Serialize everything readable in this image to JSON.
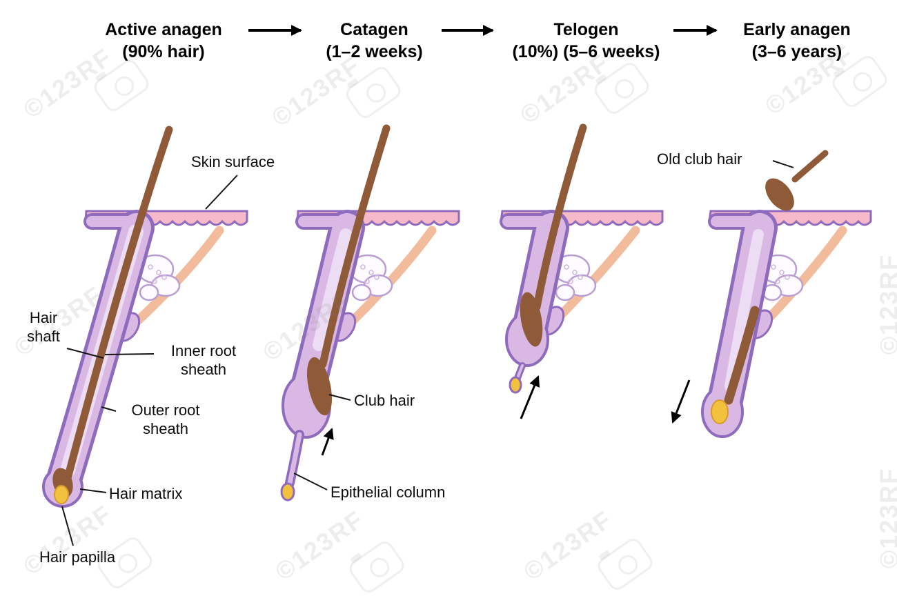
{
  "header": {
    "stages": [
      {
        "title": "Active anagen",
        "subtitle": "(90% hair)"
      },
      {
        "title": "Catagen",
        "subtitle": "(1–2 weeks)"
      },
      {
        "title": "Telogen",
        "subtitle": "(10%) (5–6 weeks)"
      },
      {
        "title": "Early anagen",
        "subtitle": "(3–6 years)"
      }
    ]
  },
  "labels": {
    "skin_surface": "Skin surface",
    "hair_shaft": "Hair shaft",
    "inner_root_sheath": "Inner root sheath",
    "outer_root_sheath": "Outer root sheath",
    "hair_matrix": "Hair matrix",
    "hair_papilla": "Hair papilla",
    "club_hair": "Club hair",
    "epithelial_column": "Epithelial column",
    "old_club_hair": "Old club hair"
  },
  "watermark": {
    "text": "©123RF"
  },
  "colors": {
    "skin_fill": "#f6b9ca",
    "follicle_fill": "#d9b9e3",
    "follicle_outline": "#8f6bbd",
    "inner_sheath": "#ecdcf4",
    "hair_brown": "#8e5a38",
    "papilla_yellow": "#f2c13d",
    "muscle_peach": "#f2bb9b"
  }
}
